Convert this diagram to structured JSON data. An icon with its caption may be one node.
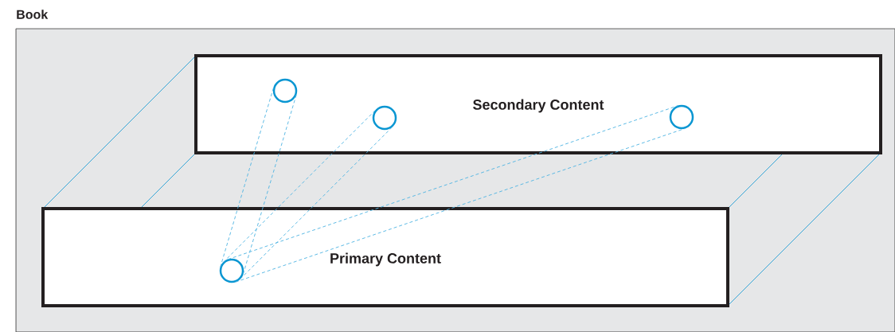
{
  "diagram": {
    "nodes": [
      {
        "text": [
          "Book"
        ]
      },
      {
        "text": [
          "Secondary Content"
        ],
        "in": 0
      },
      {
        "text": [
          "Primary Content"
        ],
        "in": 0
      },
      {
        "text": [],
        "shape": "circle",
        "in": 1
      },
      {
        "text": [],
        "shape": "circle",
        "in": 1
      },
      {
        "text": [],
        "shape": "circle",
        "in": 1
      },
      {
        "text": [],
        "shape": "circle",
        "in": 2
      }
    ],
    "edges": [
      {
        "from": 6,
        "to": 3,
        "arrow": "none",
        "style": "dashed"
      },
      {
        "from": 6,
        "to": 4,
        "arrow": "none",
        "style": "dashed"
      },
      {
        "from": 6,
        "to": 5,
        "arrow": "none",
        "style": "dashed"
      }
    ]
  }
}
